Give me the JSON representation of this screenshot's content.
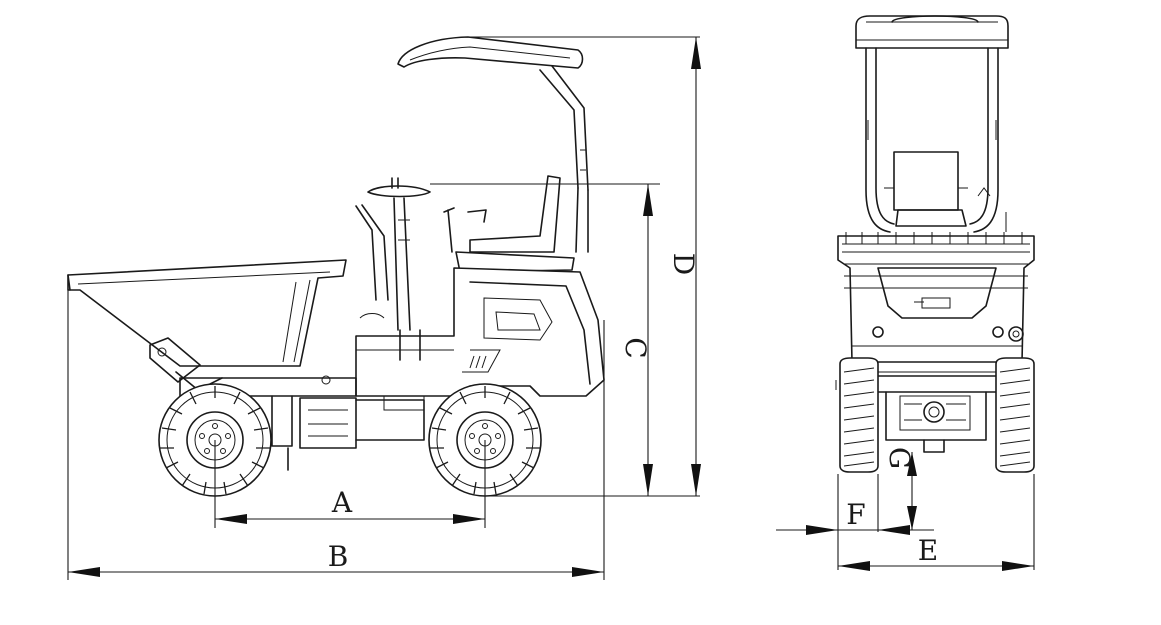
{
  "dimensions": {
    "A": "A",
    "B": "B",
    "C": "C",
    "D": "D",
    "E": "E",
    "F": "F",
    "G": "G"
  },
  "colors": {
    "line": "#1a1a1a",
    "background": "#ffffff"
  }
}
